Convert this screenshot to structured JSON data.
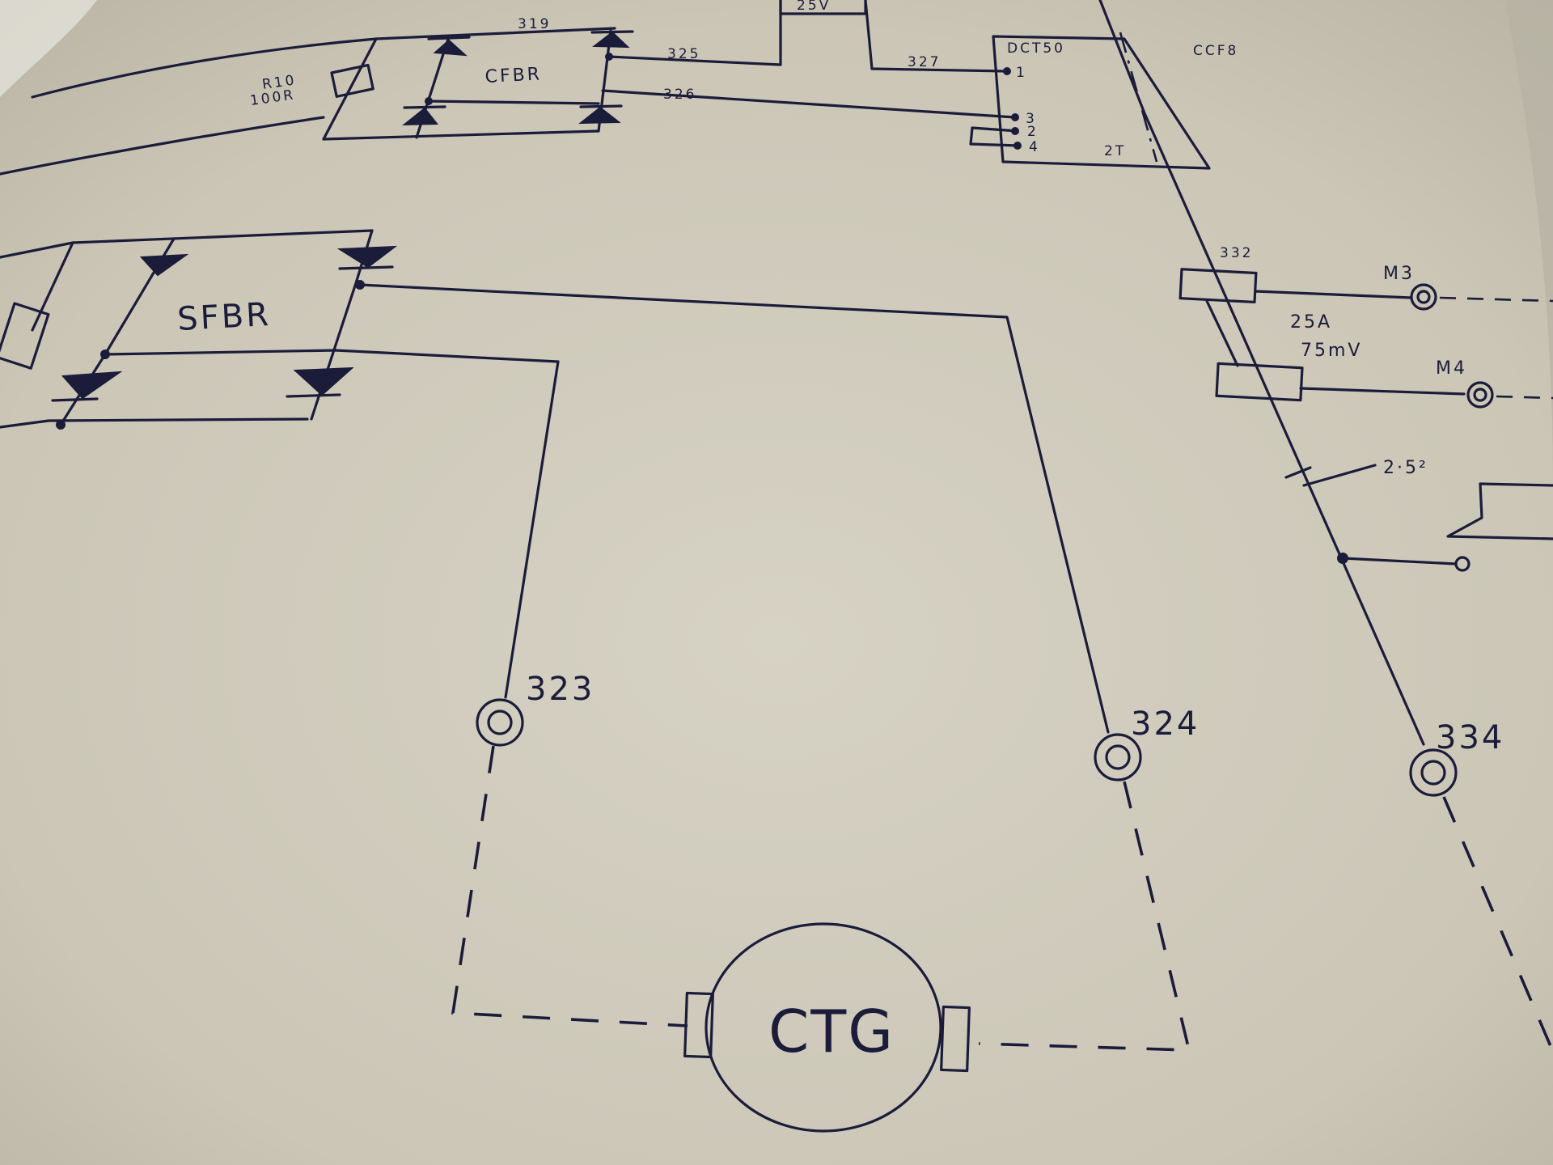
{
  "labels": {
    "wire_319": "319",
    "wire_325": "325",
    "wire_326": "326",
    "wire_327": "327",
    "supply_25v": "25V",
    "r10_name": "R10",
    "r10_value": "100R",
    "cfbr": "CFBR",
    "sfbr": "SFBR",
    "dct50": "DCT50",
    "ccf8": "CCF8",
    "pin_1": "1",
    "pin_3": "3",
    "pin_2": "2",
    "pin_4": "4",
    "relay_2t": "2T",
    "wire_332": "332",
    "m3": "M3",
    "m4": "M4",
    "shunt_current": "25A",
    "shunt_voltage": "75mV",
    "cable_size": "2·5²",
    "terminal_323": "323",
    "terminal_324": "324",
    "terminal_334": "334",
    "generator": "CTG"
  },
  "colors": {
    "paper": "#cdc8b8",
    "ink": "#1b1c3a"
  }
}
